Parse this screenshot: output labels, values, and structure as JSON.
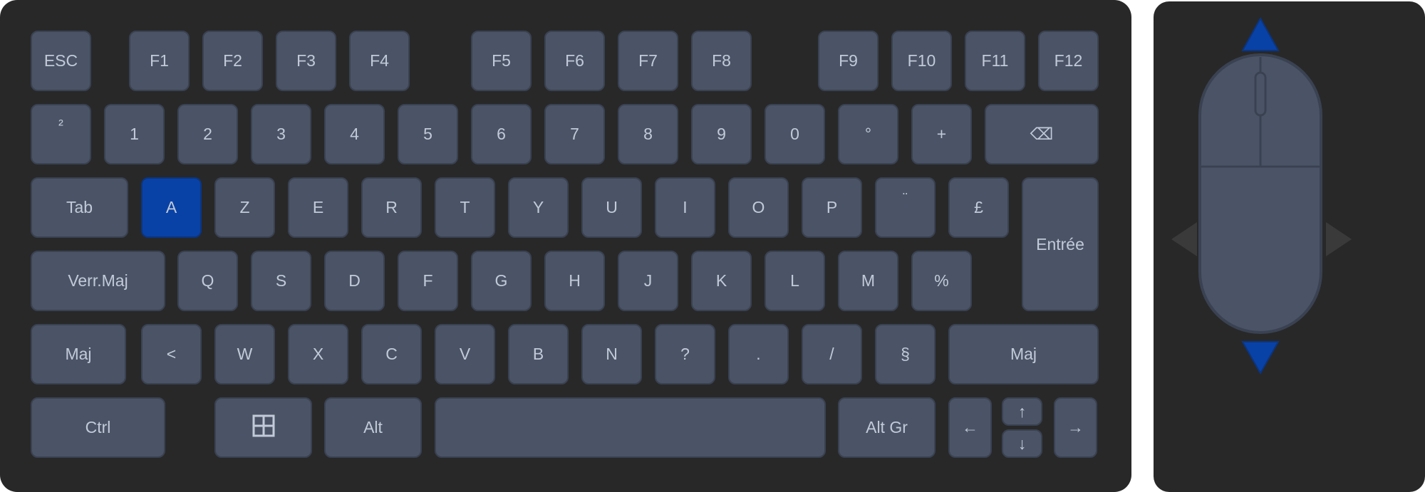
{
  "layout": "AZERTY",
  "colors": {
    "panel_bg": "#282828",
    "key_bg": "#4a5466",
    "key_text": "#c2cad8",
    "active": "#0942a6",
    "inactive_arrow": "#3a3a3a"
  },
  "keyboard": {
    "active_key": "A",
    "rows": [
      [
        {
          "id": "esc",
          "label": "ESC"
        },
        {
          "id": "f1",
          "label": "F1"
        },
        {
          "id": "f2",
          "label": "F2"
        },
        {
          "id": "f3",
          "label": "F3"
        },
        {
          "id": "f4",
          "label": "F4"
        },
        {
          "id": "f5",
          "label": "F5"
        },
        {
          "id": "f6",
          "label": "F6"
        },
        {
          "id": "f7",
          "label": "F7"
        },
        {
          "id": "f8",
          "label": "F8"
        },
        {
          "id": "f9",
          "label": "F9"
        },
        {
          "id": "f10",
          "label": "F10"
        },
        {
          "id": "f11",
          "label": "F11"
        },
        {
          "id": "f12",
          "label": "F12"
        }
      ],
      [
        {
          "id": "superscript-two",
          "label": "²"
        },
        {
          "id": "1",
          "label": "1"
        },
        {
          "id": "2",
          "label": "2"
        },
        {
          "id": "3",
          "label": "3"
        },
        {
          "id": "4",
          "label": "4"
        },
        {
          "id": "5",
          "label": "5"
        },
        {
          "id": "6",
          "label": "6"
        },
        {
          "id": "7",
          "label": "7"
        },
        {
          "id": "8",
          "label": "8"
        },
        {
          "id": "9",
          "label": "9"
        },
        {
          "id": "0",
          "label": "0"
        },
        {
          "id": "degree",
          "label": "°"
        },
        {
          "id": "plus",
          "label": "+"
        },
        {
          "id": "backspace",
          "label": "⌫"
        }
      ],
      [
        {
          "id": "tab",
          "label": "Tab"
        },
        {
          "id": "a",
          "label": "A"
        },
        {
          "id": "z",
          "label": "Z"
        },
        {
          "id": "e",
          "label": "E"
        },
        {
          "id": "r",
          "label": "R"
        },
        {
          "id": "t",
          "label": "T"
        },
        {
          "id": "y",
          "label": "Y"
        },
        {
          "id": "u",
          "label": "U"
        },
        {
          "id": "i",
          "label": "I"
        },
        {
          "id": "o",
          "label": "O"
        },
        {
          "id": "p",
          "label": "P"
        },
        {
          "id": "diaeresis",
          "label": "¨"
        },
        {
          "id": "pound",
          "label": "£"
        },
        {
          "id": "enter",
          "label": "Entrée"
        }
      ],
      [
        {
          "id": "caps-lock",
          "label": "Verr.Maj"
        },
        {
          "id": "q",
          "label": "Q"
        },
        {
          "id": "s",
          "label": "S"
        },
        {
          "id": "d",
          "label": "D"
        },
        {
          "id": "f",
          "label": "F"
        },
        {
          "id": "g",
          "label": "G"
        },
        {
          "id": "h",
          "label": "H"
        },
        {
          "id": "j",
          "label": "J"
        },
        {
          "id": "k",
          "label": "K"
        },
        {
          "id": "l",
          "label": "L"
        },
        {
          "id": "m",
          "label": "M"
        },
        {
          "id": "percent",
          "label": "%"
        }
      ],
      [
        {
          "id": "shift-left",
          "label": "Maj"
        },
        {
          "id": "less-than",
          "label": "<"
        },
        {
          "id": "w",
          "label": "W"
        },
        {
          "id": "x",
          "label": "X"
        },
        {
          "id": "c",
          "label": "C"
        },
        {
          "id": "v",
          "label": "V"
        },
        {
          "id": "b",
          "label": "B"
        },
        {
          "id": "n",
          "label": "N"
        },
        {
          "id": "question",
          "label": "?"
        },
        {
          "id": "period",
          "label": "."
        },
        {
          "id": "slash",
          "label": "/"
        },
        {
          "id": "section",
          "label": "§"
        },
        {
          "id": "shift-right",
          "label": "Maj"
        }
      ],
      [
        {
          "id": "ctrl",
          "label": "Ctrl"
        },
        {
          "id": "windows",
          "label": "",
          "icon": "windows-icon"
        },
        {
          "id": "alt",
          "label": "Alt"
        },
        {
          "id": "space",
          "label": ""
        },
        {
          "id": "alt-gr",
          "label": "Alt Gr"
        },
        {
          "id": "arrow-left",
          "label": "←"
        },
        {
          "id": "arrow-up",
          "label": "↑"
        },
        {
          "id": "arrow-down",
          "label": "↓"
        },
        {
          "id": "arrow-right",
          "label": "→"
        }
      ]
    ]
  },
  "mouse": {
    "icon": "mouse-icon",
    "arrows": [
      {
        "direction": "up",
        "active": true
      },
      {
        "direction": "down",
        "active": true
      },
      {
        "direction": "left",
        "active": false
      },
      {
        "direction": "right",
        "active": false
      }
    ]
  }
}
